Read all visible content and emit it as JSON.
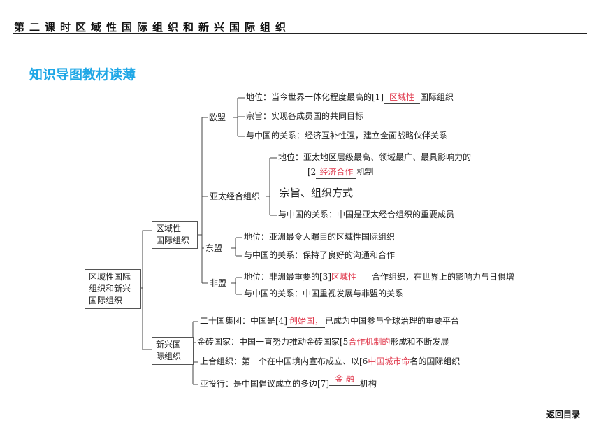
{
  "header": {
    "title": "第二课时区域性国际组织和新兴国际组织"
  },
  "section_heading": "知识导图教材读薄",
  "root": {
    "line1": "区域性国际",
    "line2": "组织和新兴",
    "line3": "国际组织"
  },
  "regional": {
    "label_line1": "区域性",
    "label_line2": "国际组织",
    "eu": {
      "name": "欧盟",
      "status_prefix": "地位：当今世界一体化程度最高的[1]",
      "status_answer": "区域性",
      "status_suffix": "国际组织",
      "purpose": "宗旨：实现各成员国的共同目标",
      "china": "与中国的关系：经济互补性强，建立全面战略伙伴关系"
    },
    "apec": {
      "name": "亚太经合组织",
      "status": "地位：亚太地区层级最高、领域最广、最具影响力的",
      "mechanism_prefix": "[2",
      "mechanism_answer": "经济合作",
      "mechanism_suffix": "机制",
      "purpose": "宗旨、组织方式",
      "china": "与中国的关系：中国是亚太经合组织的重要成员"
    },
    "asean": {
      "name": "东盟",
      "status": "地位：亚洲最令人瞩目的区域性国际组织",
      "china": "与中国的关系：保持了良好的沟通和合作"
    },
    "au": {
      "name": "非盟",
      "status_prefix": "地位：非洲最重要的[3]",
      "status_answer": "区域性",
      "status_suffix": "合作组织，在世界上的影响力与日俱增",
      "china": "与中国的关系：中国重视发展与非盟的关系"
    }
  },
  "emerging": {
    "label_line1": "新兴国",
    "label_line2": "际组织",
    "g20": {
      "prefix": "二十国集团：中国是[4]",
      "answer": "创始国，",
      "suffix": "已成为中国参与全球治理的重要平台"
    },
    "brics": {
      "prefix": "金砖国家：中国一直努力推动金砖国家[5",
      "answer": "合作机制的",
      "suffix": "形成和不断发展"
    },
    "sco": {
      "prefix": "上合组织：第一个在中国境内宣布成立、以[6",
      "answer": "中国城市命",
      "suffix": "名的国际组织"
    },
    "aiib": {
      "prefix": "亚投行：是中国倡议成立的多边[7]",
      "answer": "金 融",
      "suffix": "机构"
    }
  },
  "footer": {
    "back": "返回目录"
  }
}
